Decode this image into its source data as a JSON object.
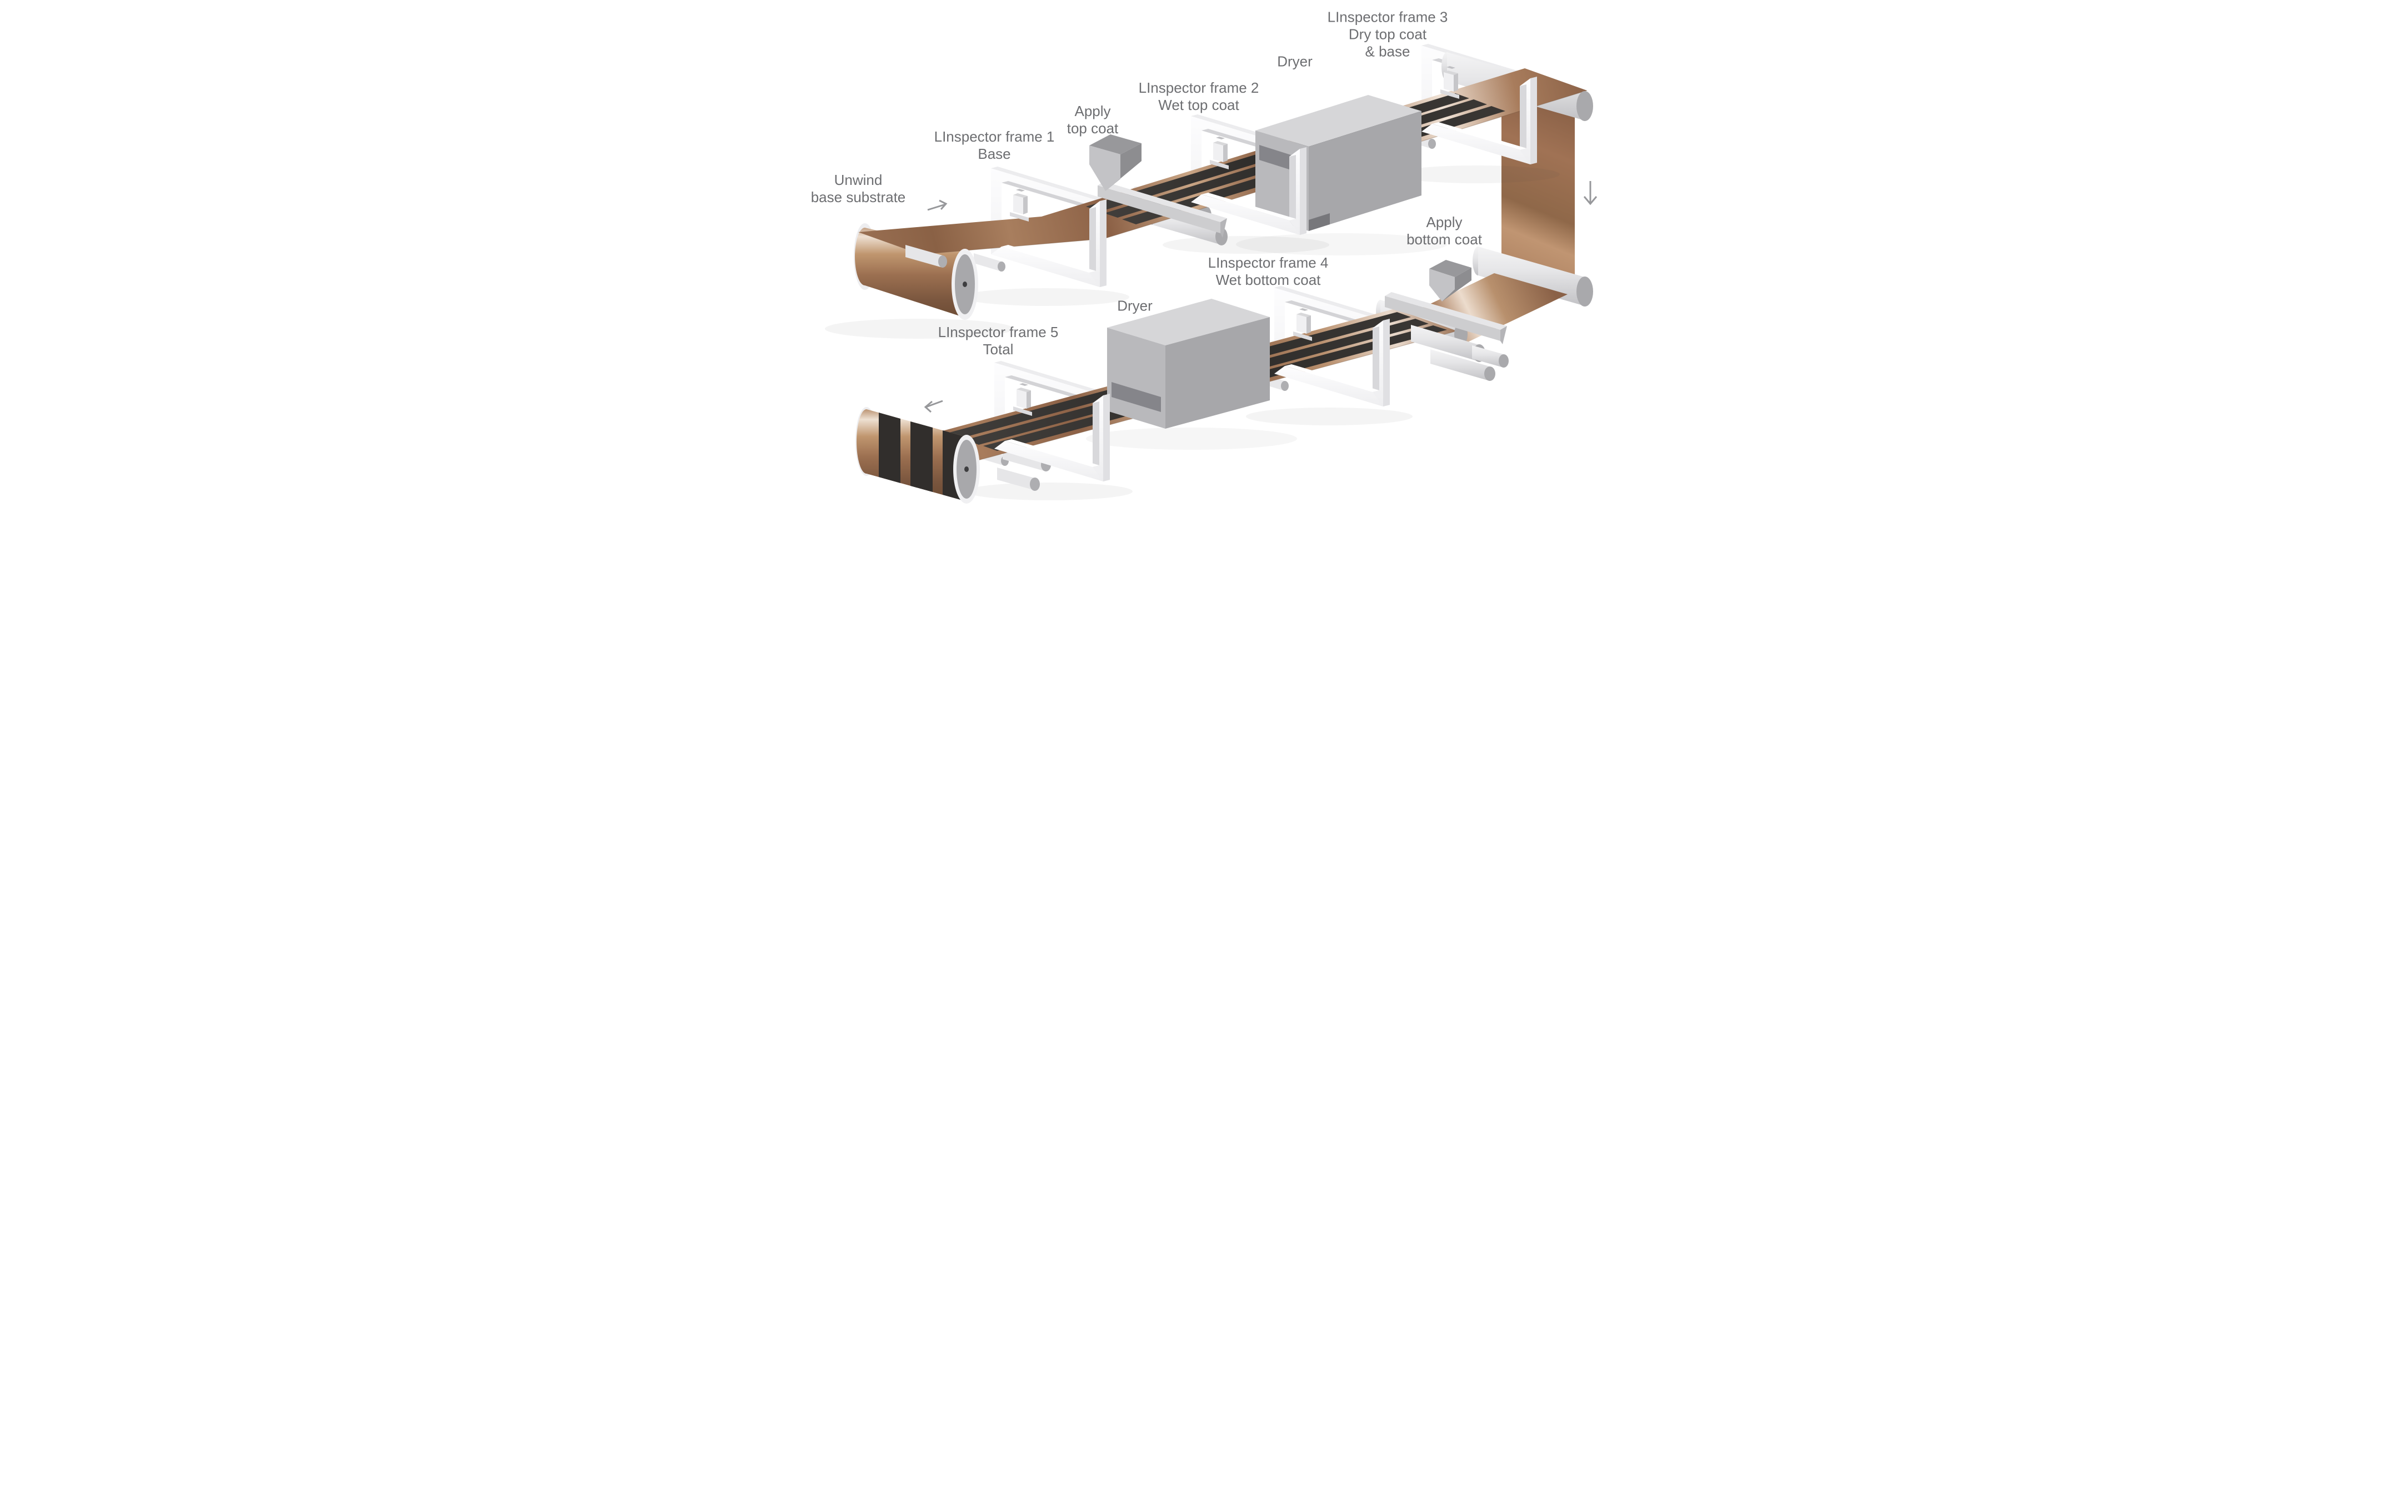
{
  "labels": {
    "unwind": [
      "Unwind",
      "base substrate"
    ],
    "frame1": [
      "LInspector frame 1",
      "Base"
    ],
    "apply_top": [
      "Apply",
      "top coat"
    ],
    "frame2": [
      "LInspector frame 2",
      "Wet top coat"
    ],
    "dryer_top": [
      "Dryer"
    ],
    "frame3": [
      "LInspector frame 3",
      "Dry top coat",
      "& base"
    ],
    "apply_bottom": [
      "Apply",
      "bottom coat"
    ],
    "frame4": [
      "LInspector frame 4",
      "Wet bottom coat"
    ],
    "dryer_bottom": [
      "Dryer"
    ],
    "frame5": [
      "LInspector frame 5",
      "Total"
    ]
  },
  "flow_arrows": [
    {
      "name": "flow-arrow-unwind-icon",
      "direction": "right",
      "glyph": "→"
    },
    {
      "name": "flow-arrow-web-down-icon",
      "direction": "down",
      "glyph": "↓"
    },
    {
      "name": "flow-arrow-rewind-icon",
      "direction": "left",
      "glyph": "←"
    }
  ],
  "colors": {
    "background": "#ffffff",
    "text": "#6d6e71",
    "arrow": "#97989b",
    "copper": "#a87c5c",
    "copper_dark": "#7a573f",
    "copper_light": "#ecdccf",
    "coating_black": "#312e2c",
    "frame_white": "#f6f6f7",
    "machine_gray_top": "#d6d6d8",
    "machine_gray_left": "#b9b9bc",
    "machine_gray_right": "#a7a7aa",
    "roller_gray": "#e6e6e8",
    "roller_cap_gray": "#a9a9ac"
  }
}
